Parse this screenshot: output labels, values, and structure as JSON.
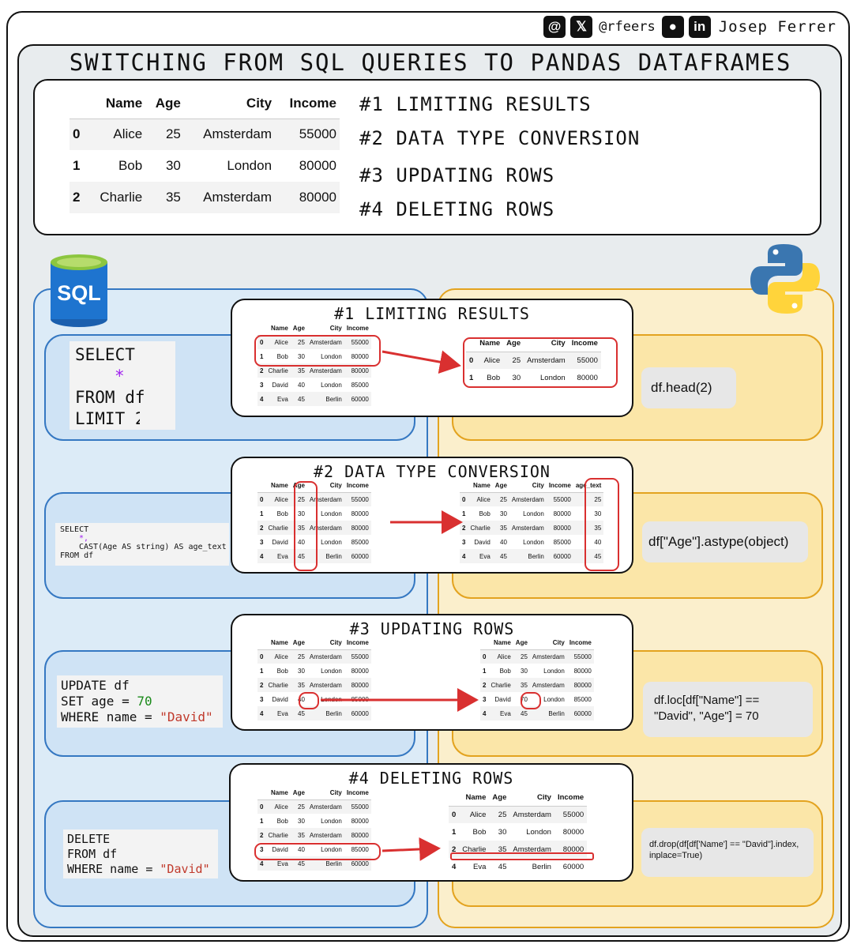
{
  "header": {
    "handle": "@rfeers",
    "author": "Josep Ferrer",
    "icons": [
      "threads-icon",
      "x-icon",
      "medium-icon",
      "linkedin-icon"
    ]
  },
  "title": "SWITCHING FROM SQL QUERIES TO PANDAS DATAFRAMES",
  "overview": {
    "columns": [
      "Name",
      "Age",
      "City",
      "Income"
    ],
    "rows": [
      [
        "0",
        "Alice",
        "25",
        "Amsterdam",
        "55000"
      ],
      [
        "1",
        "Bob",
        "30",
        "London",
        "80000"
      ],
      [
        "2",
        "Charlie",
        "35",
        "Amsterdam",
        "80000"
      ]
    ],
    "toc": [
      "#1 LIMITING RESULTS",
      "#2 DATA TYPE CONVERSION",
      "#3 UPDATING ROWS",
      "#4 DELETING ROWS"
    ]
  },
  "logos": {
    "sql": "SQL"
  },
  "source_df": {
    "columns": [
      "Name",
      "Age",
      "City",
      "Income"
    ],
    "rows": [
      [
        "0",
        "Alice",
        "25",
        "Amsterdam",
        "55000"
      ],
      [
        "1",
        "Bob",
        "30",
        "London",
        "80000"
      ],
      [
        "2",
        "Charlie",
        "35",
        "Amsterdam",
        "80000"
      ],
      [
        "3",
        "David",
        "40",
        "London",
        "85000"
      ],
      [
        "4",
        "Eva",
        "45",
        "Berlin",
        "60000"
      ]
    ]
  },
  "steps": [
    {
      "title": "#1 LIMITING RESULTS",
      "sql": [
        "SELECT",
        "*",
        "FROM df",
        "LIMIT 2"
      ],
      "pandas": "df.head(2)",
      "result_columns": [
        "Name",
        "Age",
        "City",
        "Income"
      ],
      "result_rows": [
        [
          "0",
          "Alice",
          "25",
          "Amsterdam",
          "55000"
        ],
        [
          "1",
          "Bob",
          "30",
          "London",
          "80000"
        ]
      ]
    },
    {
      "title": "#2 DATA TYPE CONVERSION",
      "sql": [
        "SELECT",
        "*,",
        "CAST(Age AS string) AS age_text",
        "FROM df"
      ],
      "pandas": "df[\"Age\"].astype(object)",
      "result_columns": [
        "Name",
        "Age",
        "City",
        "Income",
        "age_text"
      ],
      "result_rows": [
        [
          "0",
          "Alice",
          "25",
          "Amsterdam",
          "55000",
          "25"
        ],
        [
          "1",
          "Bob",
          "30",
          "London",
          "80000",
          "30"
        ],
        [
          "2",
          "Charlie",
          "35",
          "Amsterdam",
          "80000",
          "35"
        ],
        [
          "3",
          "David",
          "40",
          "London",
          "85000",
          "40"
        ],
        [
          "4",
          "Eva",
          "45",
          "Berlin",
          "60000",
          "45"
        ]
      ]
    },
    {
      "title": "#3 UPDATING ROWS",
      "sql": [
        "UPDATE df",
        "SET age = ",
        "70",
        "WHERE name = ",
        "\"David\""
      ],
      "pandas": "df.loc[df[\"Name\"] == \"David\", \"Age\"] = 70",
      "result_columns": [
        "Name",
        "Age",
        "City",
        "Income"
      ],
      "result_rows": [
        [
          "0",
          "Alice",
          "25",
          "Amsterdam",
          "55000"
        ],
        [
          "1",
          "Bob",
          "30",
          "London",
          "80000"
        ],
        [
          "2",
          "Charlie",
          "35",
          "Amsterdam",
          "80000"
        ],
        [
          "3",
          "David",
          "70",
          "London",
          "85000"
        ],
        [
          "4",
          "Eva",
          "45",
          "Berlin",
          "60000"
        ]
      ]
    },
    {
      "title": "#4 DELETING ROWS",
      "sql": [
        "DELETE",
        "FROM df",
        "WHERE name = ",
        "\"David\""
      ],
      "pandas": "df.drop(df[df['Name'] == \"David\"].index, inplace=True)",
      "result_columns": [
        "Name",
        "Age",
        "City",
        "Income"
      ],
      "result_rows": [
        [
          "0",
          "Alice",
          "25",
          "Amsterdam",
          "55000"
        ],
        [
          "1",
          "Bob",
          "30",
          "London",
          "80000"
        ],
        [
          "2",
          "Charlie",
          "35",
          "Amsterdam",
          "80000"
        ],
        [
          "4",
          "Eva",
          "45",
          "Berlin",
          "60000"
        ]
      ]
    }
  ],
  "colors": {
    "sql_panel": "#dcebf7",
    "sql_border": "#3578c2",
    "python_panel": "#fbefcc",
    "python_border": "#e3a31f",
    "highlight": "#d93030"
  }
}
